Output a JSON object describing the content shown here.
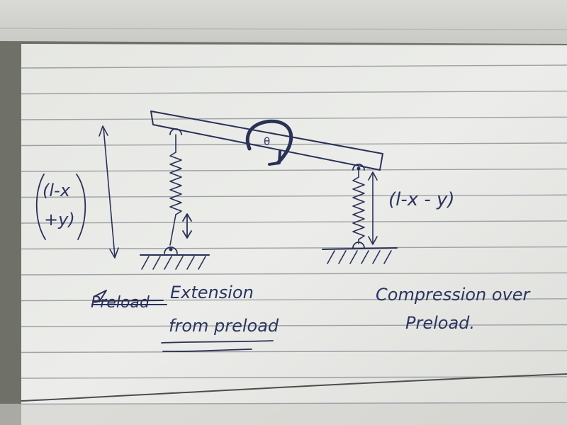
{
  "diagram": {
    "angle_label": "θ",
    "left_dimension": {
      "line1": "(l-x",
      "line2": "+y)"
    },
    "right_dimension": "(l-x - y)",
    "struck_word": "Preload",
    "left_caption": {
      "line1": "Extension",
      "line2": "from preload"
    },
    "right_caption": {
      "line1": "Compression over",
      "line2": "Preload."
    }
  },
  "colors": {
    "ink": "#2a3157",
    "paper": "#ebebe7",
    "rule_lines": "#9da0a5",
    "background": "#6f7168"
  }
}
